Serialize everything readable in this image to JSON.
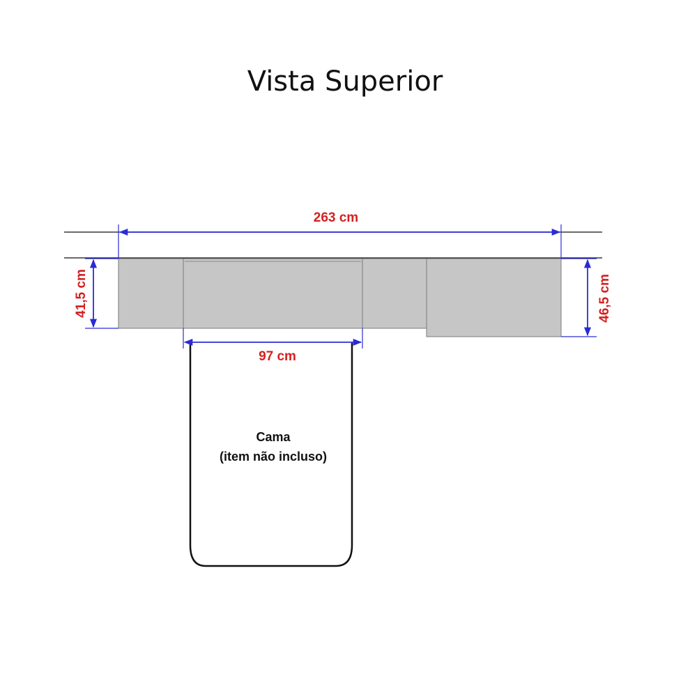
{
  "title": "Vista Superior",
  "dimensions": {
    "total_width": "263 cm",
    "left_depth": "41,5 cm",
    "right_depth": "46,5 cm",
    "bed_width": "97 cm"
  },
  "bed": {
    "label": "Cama",
    "note": "(item não incluso)"
  },
  "colors": {
    "module_fill": "#c6c6c6",
    "module_stroke": "#7a7a7a",
    "dimension_line": "#2b2bd6",
    "dimension_text": "#d42020",
    "outline": "#111111"
  }
}
